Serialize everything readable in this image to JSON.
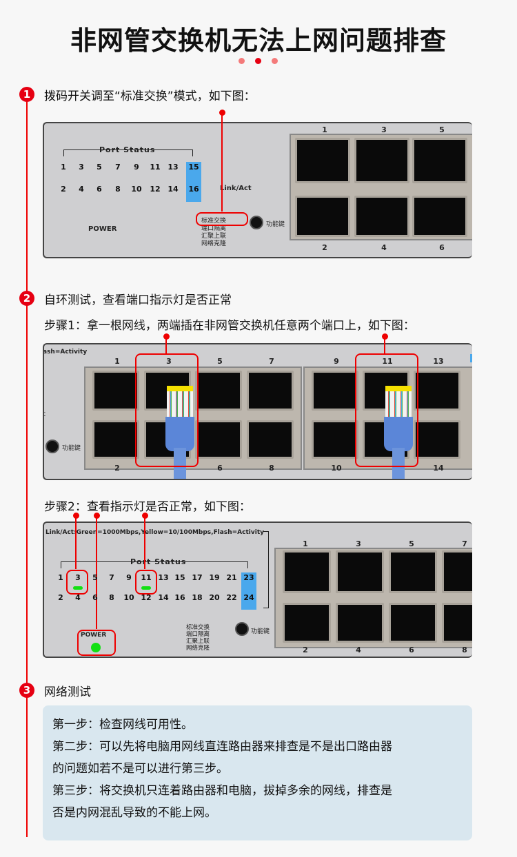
{
  "title": "非网管交换机无法上网问题排查",
  "colors": {
    "accent": "#e60012",
    "dot_light": "#f47a7a",
    "box_bg": "#d9e7ef",
    "led": "#12e012",
    "link_blue": "#4aa8ec"
  },
  "sections": [
    {
      "num": "1",
      "text": "拨码开关调至“标准交换”模式，如下图："
    },
    {
      "num": "2",
      "text": "自环测试，查看端口指示灯是否正常",
      "step1": "步骤1：拿一根网线，两端插在非网管交换机任意两个端口上，如下图：",
      "step2": "步骤2：查看指示灯是否正常，如下图："
    },
    {
      "num": "3",
      "text": "网络测试",
      "lines": [
        "第一步：检查网线可用性。",
        "第二步：可以先将电脑用网线直连路由器来排查是不是出口路由器",
        "的问题如若不是可以进行第三步。",
        "第三步：将交换机只连着路由器和电脑，拔掉多余的网线，排查是",
        "否是内网混乱导致的不能上网。"
      ]
    }
  ],
  "panel1": {
    "port_status": "Port Status",
    "top_nums": [
      "1",
      "3",
      "5",
      "7",
      "9",
      "11",
      "13",
      "15"
    ],
    "bottom_nums": [
      "2",
      "4",
      "6",
      "8",
      "10",
      "12",
      "14",
      "16"
    ],
    "link_act": "Link/Act",
    "power": "POWER",
    "modes": [
      "标准交换",
      "端口隔离",
      "汇聚上联",
      "网络克隆"
    ],
    "func_key": "功能键",
    "port_top": [
      "1",
      "3",
      "5"
    ],
    "port_bottom": [
      "2",
      "4",
      "6"
    ]
  },
  "panel2": {
    "legend_fragment": "ash=Activity",
    "port_top": [
      "1",
      "3",
      "5",
      "7",
      "9",
      "11",
      "13"
    ],
    "port_bottom": [
      "2",
      "",
      "6",
      "8",
      "10",
      "",
      "14"
    ],
    "func_key": "功能键",
    "side_fragment": "t"
  },
  "panel3": {
    "legend": "Link/Act:Green=1000Mbps,Yellow=10/100Mbps,Flash=Activity",
    "port_status": "Port Status",
    "top_nums": [
      "1",
      "3",
      "5",
      "7",
      "9",
      "11",
      "13",
      "15",
      "17",
      "19",
      "21",
      "23"
    ],
    "bottom_nums": [
      "2",
      "4",
      "6",
      "8",
      "10",
      "12",
      "14",
      "16",
      "18",
      "20",
      "22",
      "24"
    ],
    "power": "POWER",
    "modes": [
      "标准交换",
      "端口隔离",
      "汇聚上联",
      "网络克隆"
    ],
    "func_key": "功能键",
    "port_top": [
      "1",
      "3",
      "5",
      "7"
    ],
    "port_bottom": [
      "2",
      "4",
      "6",
      "8"
    ]
  }
}
